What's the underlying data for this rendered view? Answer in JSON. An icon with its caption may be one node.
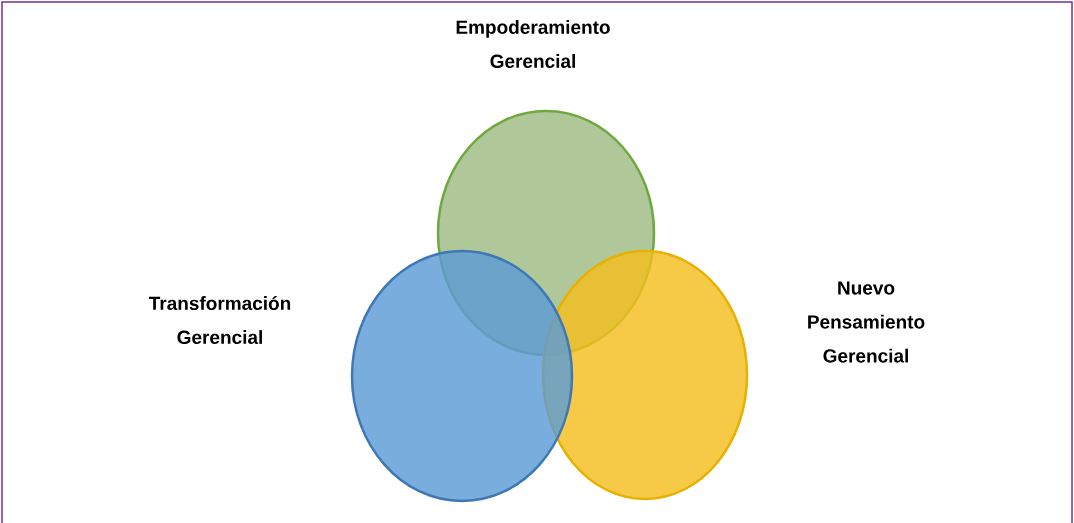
{
  "diagram": {
    "nodes": [
      {
        "text": [
          "Empoderamiento Gerencial"
        ]
      },
      {
        "text": [
          "Nuevo Pensamiento Gerencial"
        ]
      },
      {
        "text": [
          "Transformación Gerencial"
        ]
      }
    ]
  }
}
